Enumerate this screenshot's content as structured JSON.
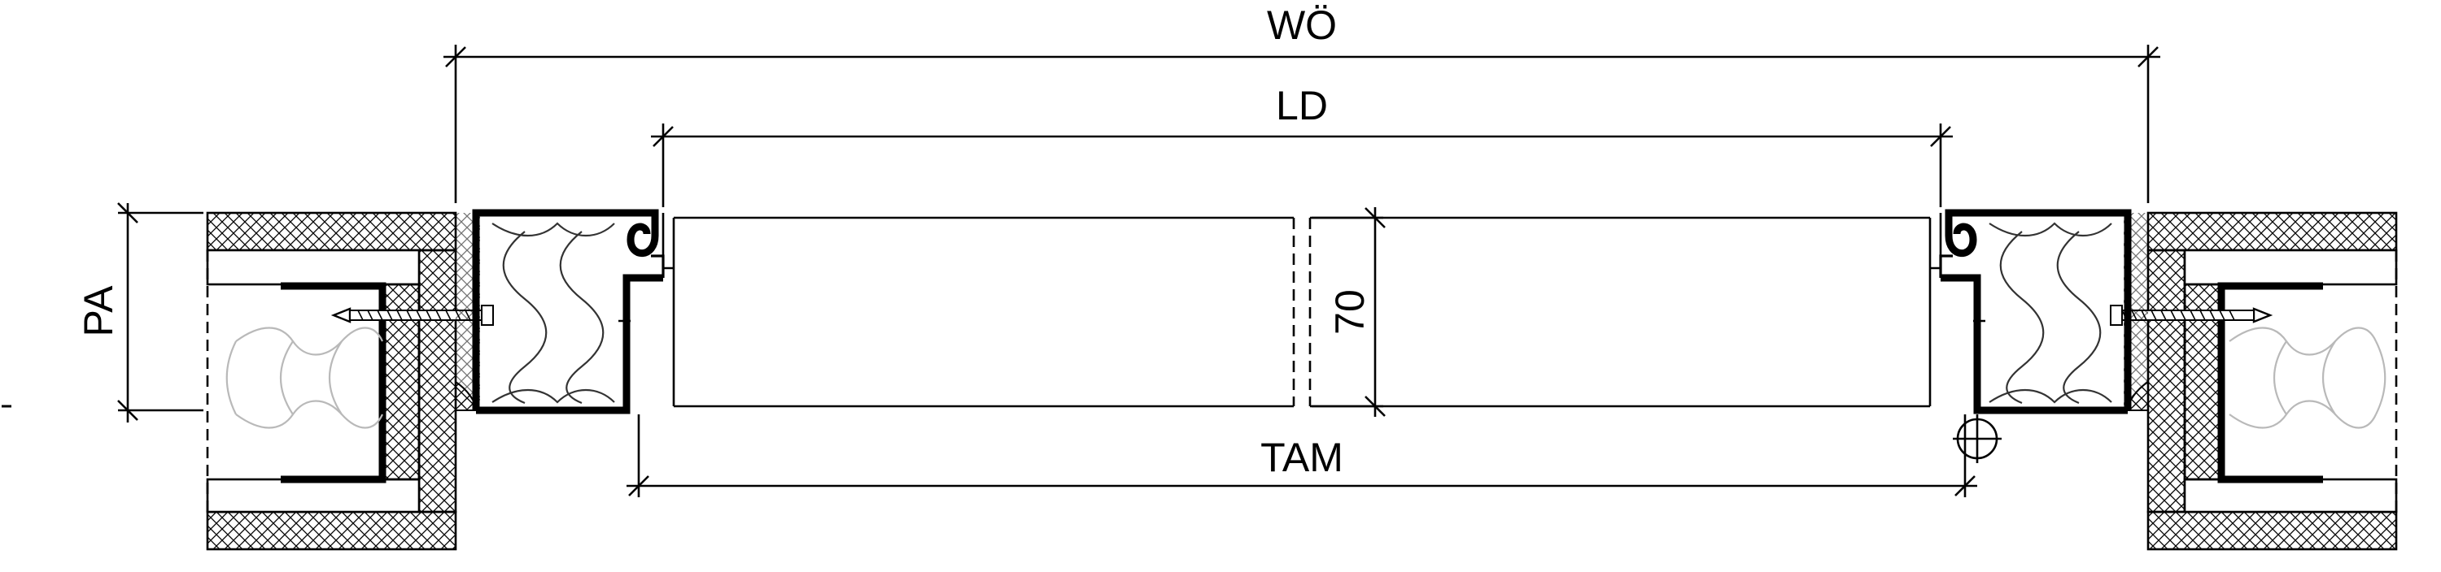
{
  "dimensions": {
    "wall_opening": "WÖ",
    "clear_passage": "LD",
    "frame_outer": "TAM",
    "profile_depth": "PA",
    "leaf_thickness": "70"
  }
}
